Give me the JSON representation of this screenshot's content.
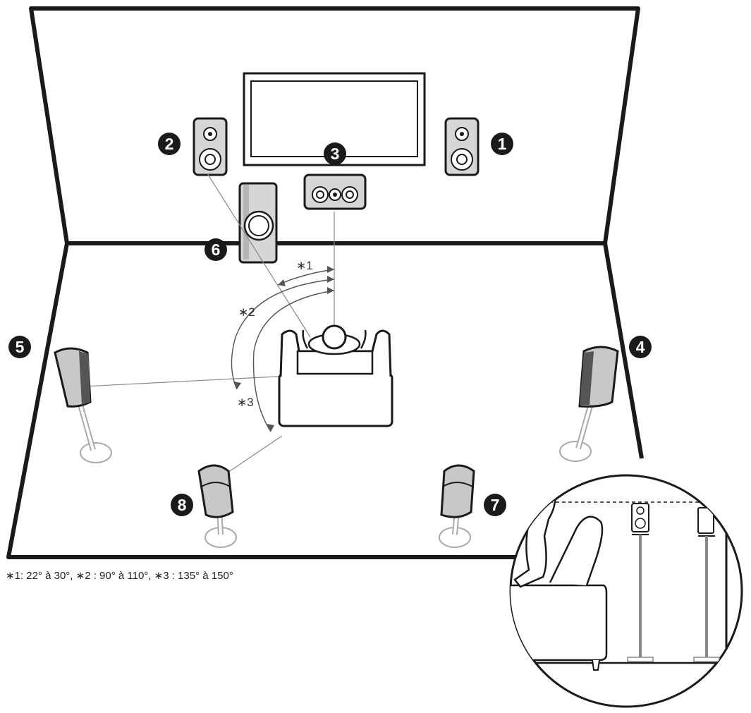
{
  "speakers": [
    {
      "number": "1",
      "kind": "front-right"
    },
    {
      "number": "2",
      "kind": "front-left"
    },
    {
      "number": "3",
      "kind": "center"
    },
    {
      "number": "4",
      "kind": "surround-right"
    },
    {
      "number": "5",
      "kind": "surround-left"
    },
    {
      "number": "6",
      "kind": "subwoofer"
    },
    {
      "number": "7",
      "kind": "surround-back-right"
    },
    {
      "number": "8",
      "kind": "surround-back-left"
    }
  ],
  "angles": {
    "a1": "∗1",
    "a2": "∗2",
    "a3": "∗3"
  },
  "caption": "∗1: 22° à 30°, ∗2 : 90° à 110°, ∗3 : 135° à 150°",
  "colors": {
    "line": "#1a1a1a",
    "badge": "#1a1a1a",
    "speaker_fill": "#d6d6d6",
    "speaker_dark": "#555555",
    "thin_line": "#888888"
  }
}
